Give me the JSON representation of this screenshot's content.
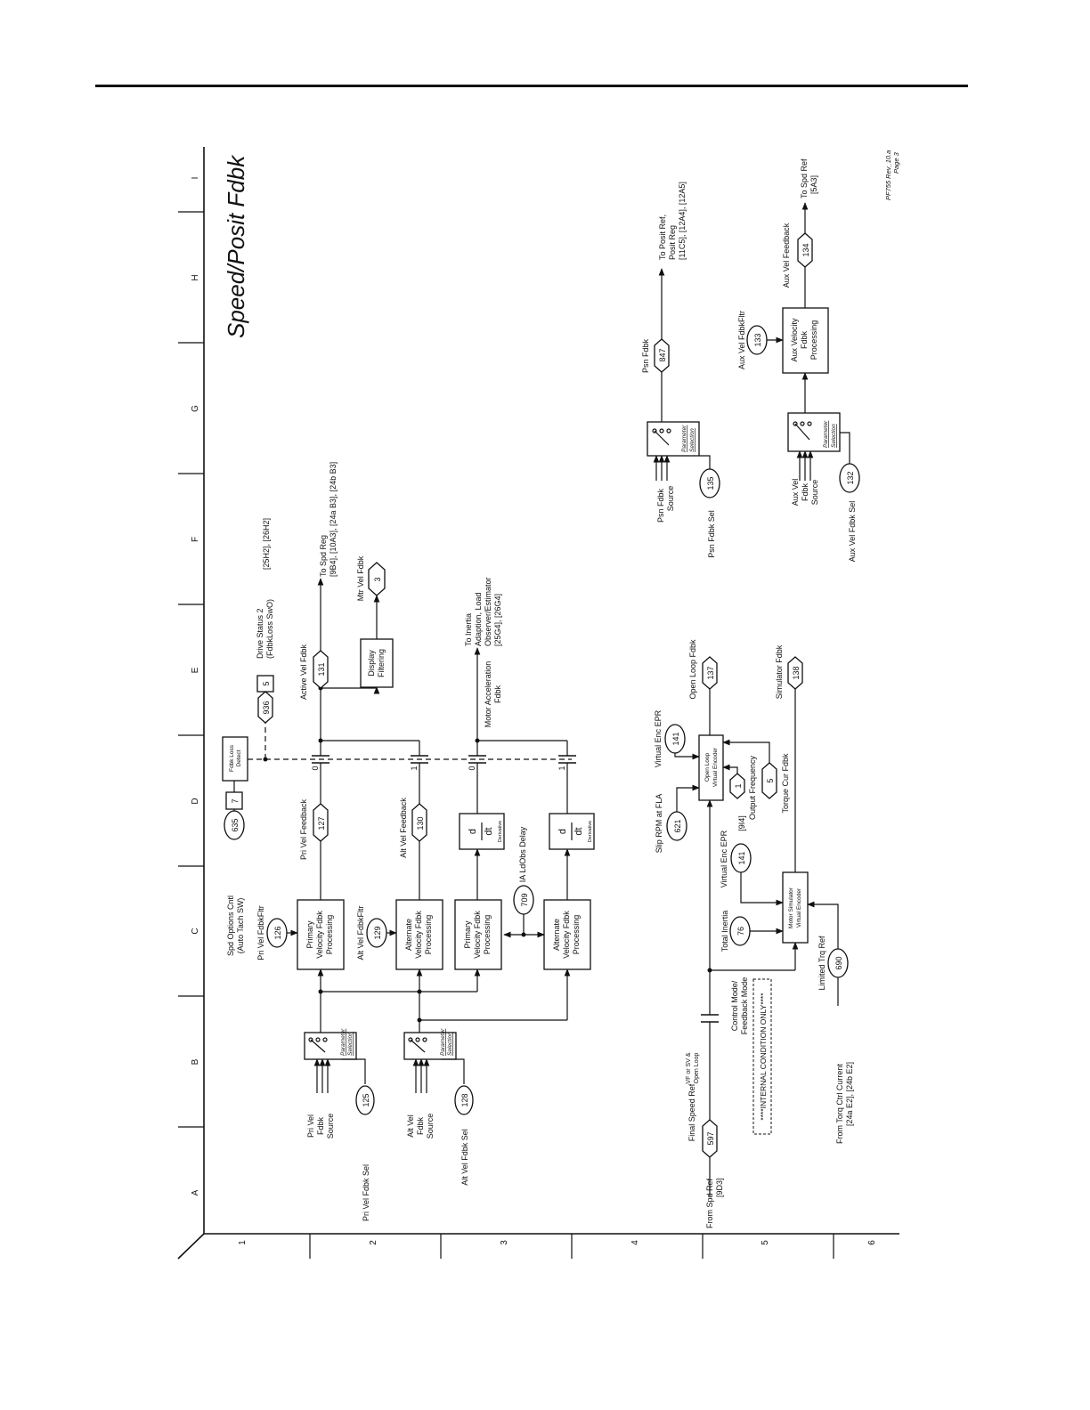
{
  "title": "Speed/Posit Fdbk",
  "revision": "PF755 Rev_10.a",
  "page_label": "Page 3",
  "grid": {
    "cols": [
      "A",
      "B",
      "C",
      "D",
      "E",
      "F",
      "G",
      "H",
      "I"
    ],
    "rows": [
      "1",
      "2",
      "3",
      "4",
      "5",
      "6"
    ]
  },
  "params": {
    "p126": "126",
    "p129": "129",
    "p125": "125",
    "p128": "128",
    "p127": "127",
    "p130": "130",
    "p131": "131",
    "p635": "635",
    "p936": "936",
    "p3": "3",
    "p709": "709",
    "p597": "597",
    "p621": "621",
    "p141a": "141",
    "p141b": "141",
    "p137": "137",
    "p1": "1",
    "p5b": "5",
    "p76": "76",
    "p690": "690",
    "p138": "138",
    "p135": "135",
    "p847": "847",
    "p132": "132",
    "p133": "133",
    "p134": "134",
    "box7": "7",
    "box5": "5"
  },
  "labels": {
    "pri_vel_fdbkfltr": "Pri Vel FdbkFltr",
    "alt_vel_fdbkfltr": "Alt Vel FdbkFltr",
    "spd_options_1": "Spd Options Cntl",
    "spd_options_2": "(Auto Tach SW)",
    "pri_vel_fdbk_src": [
      "Pri Vel",
      "Fdbk",
      "Source"
    ],
    "alt_vel_fdbk_src": [
      "Alt Vel",
      "Fdbk",
      "Source"
    ],
    "pri_vel_fdbk_sel": "Pri Vel Fdbk Sel",
    "alt_vel_fdbk_sel": "Alt Vel Fdbk Sel",
    "param_sel": [
      "Parameter",
      "Selection"
    ],
    "primary_proc": [
      "Primary",
      "Velocity Fdbk",
      "Processing"
    ],
    "alternate_proc": [
      "Alternate",
      "Velocity Fdbk",
      "Processing"
    ],
    "pri_vel_feedback": "Pri Vel Feedback",
    "alt_vel_feedback": "Alt Vel Feedback",
    "fdbk_loss": [
      "Fdbk Loss",
      "Detect"
    ],
    "drive_status_1": "Drive Status 2",
    "drive_status_2": "(FdbkLoss SwO)",
    "drive_status_ref": "[25H2], [26H2]",
    "active_vel_fdbk": "Active Vel Fdbk",
    "to_spd_reg": "To Spd Reg",
    "to_spd_reg_ref": "[9B4], [10A3], [24a B3], [24b B3]",
    "display_filtering": [
      "Display",
      "Filtering"
    ],
    "mtr_vel_fdbk": "Mtr Vel Fdbk",
    "ddt_d": "d",
    "ddt_dt": "dt",
    "derivative": "Derivative",
    "ia_ldobs_delay": "IA LdObs Delay",
    "motor_accel_1": "Motor Acceleration",
    "motor_accel_2": "Fdbk",
    "to_inertia": [
      "To Inertia",
      "Adaption, Load",
      "Observer/Estimator",
      "[25G4], [26G4]"
    ],
    "sw0": "0",
    "sw1": "1",
    "from_spd_ref": "From Spd Ref",
    "from_spd_ref_ref": "[9D3]",
    "final_speed_ref": "Final Speed Ref",
    "vf_sv": [
      "VF or SV &",
      "Open Loop"
    ],
    "control_mode": [
      "Control Mode/",
      "Feedback Mode"
    ],
    "internal_cond": "****INTERNAL CONDITION ONLY****",
    "slip_rpm": "Slip RPM at FLA",
    "virtual_enc_epr": "Virtual Enc EPR",
    "open_loop_ve": [
      "Open Loop",
      "Virtual Encoder"
    ],
    "open_loop_fdbk": "Open Loop Fdbk",
    "output_freq": "Output Frequency",
    "output_freq_ref": "[9I4]",
    "torque_cur_fdbk": "Torque Cur Fdbk",
    "total_inertia": "Total Inertia",
    "motor_sim": [
      "Motor Simulator",
      "Virtual Encoder"
    ],
    "limited_trq_ref": "Limited Trq Ref",
    "from_torq": "From Torq Ctrl Current",
    "from_torq_ref": "[24a E2], [24b E2]",
    "simulator_fdbk": "Simulator Fdbk",
    "psn_fdbk_src": [
      "Psn Fdbk",
      "Source"
    ],
    "psn_fdbk_sel": "Psn Fdbk Sel",
    "psn_fdbk": "Psn Fdbk",
    "to_posit": [
      "To Posit Ref,",
      "Posit Reg",
      "[11C5], [12A4], [12A5]"
    ],
    "aux_vel_src": [
      "Aux Vel",
      "Fdbk",
      "Source"
    ],
    "aux_vel_fdbk_sel": "Aux Vel Fdbk Sel",
    "aux_vel_fdbkfltr": "Aux Vel FdbkFltr",
    "aux_proc": [
      "Aux Velocity",
      "Fdbk",
      "Processing"
    ],
    "aux_vel_feedback": "Aux Vel Feedback",
    "to_spd_ref": "To Spd Ref",
    "to_spd_ref_ref": "[5A3]"
  }
}
